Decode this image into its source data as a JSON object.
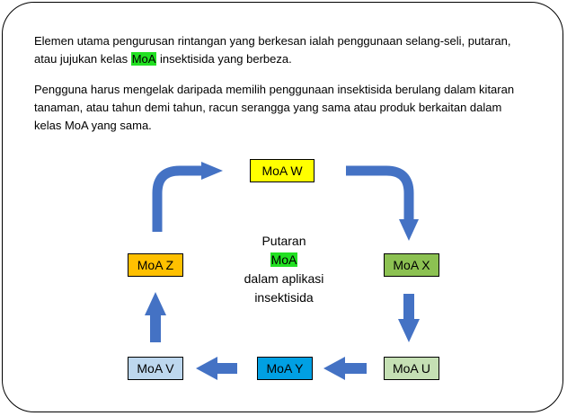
{
  "paragraph1": {
    "part1": "Elemen utama pengurusan rintangan yang berkesan ialah penggunaan selang-seli, putaran,",
    "part2": "atau jujukan kelas ",
    "highlight": "MoA",
    "part3": " insektisida yang berbeza."
  },
  "paragraph2": {
    "line1": "Pengguna harus mengelak daripada memilih penggunaan insektisida berulang dalam kitaran",
    "line2": "tanaman, atau tahun demi tahun, racun serangga yang sama atau produk berkaitan dalam",
    "line3": "kelas MoA yang sama."
  },
  "center": {
    "line1": "Putaran",
    "highlight": "MoA",
    "line2": "dalam aplikasi",
    "line3": "insektisida"
  },
  "boxes": {
    "w": {
      "label": "MoA W",
      "color": "#ffff00"
    },
    "x": {
      "label": "MoA X",
      "color": "#8cc152"
    },
    "u": {
      "label": "MoA U",
      "color": "#c5e0b4"
    },
    "y": {
      "label": "MoA Y",
      "color": "#00a0e3"
    },
    "v": {
      "label": "MoA V",
      "color": "#bdd7ee"
    },
    "z": {
      "label": "MoA Z",
      "color": "#ffc000"
    }
  },
  "colors": {
    "arrow": "#4472c4",
    "highlight": "#22e022"
  }
}
